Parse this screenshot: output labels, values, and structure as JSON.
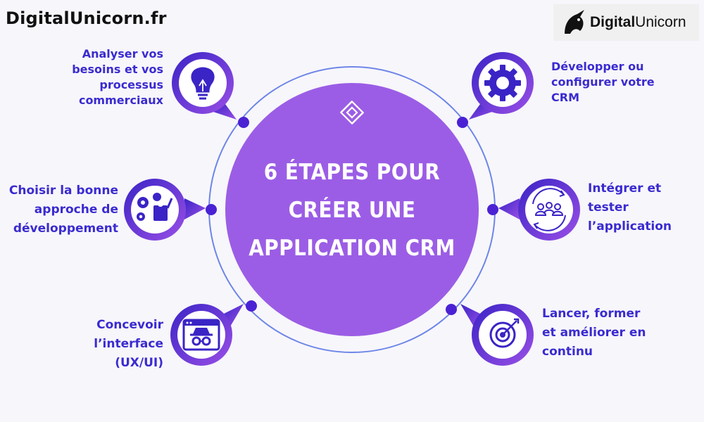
{
  "site": {
    "label": "DigitalUnicorn.fr"
  },
  "logo": {
    "part1": "Digital",
    "part2": "Unicorn"
  },
  "center": {
    "title_lines": [
      "6 ÉTAPES POUR",
      "CRÉER UNE",
      "APPLICATION CRM"
    ]
  },
  "steps": [
    {
      "icon": "lightbulb-icon",
      "lines": [
        "Analyser vos",
        "besoins et vos",
        "processus",
        "commerciaux"
      ]
    },
    {
      "icon": "gear-icon",
      "lines": [
        "Développer ou",
        "configurer votre",
        "CRM"
      ]
    },
    {
      "icon": "team-idea-icon",
      "lines": [
        "Choisir la bonne",
        "approche de",
        "développement"
      ]
    },
    {
      "icon": "people-cycle-icon",
      "lines": [
        "Intégrer et",
        "tester",
        "l’application"
      ]
    },
    {
      "icon": "browser-spy-icon",
      "lines": [
        "Concevoir",
        "l’interface",
        "(UX/UI)"
      ]
    },
    {
      "icon": "target-icon",
      "lines": [
        "Lancer, former",
        "et améliorer en",
        "continu"
      ]
    }
  ],
  "colors": {
    "primary": "#6c3cff",
    "accent": "#9b5de5",
    "label": "#3a2bd0",
    "ring": "#6e86e8"
  }
}
